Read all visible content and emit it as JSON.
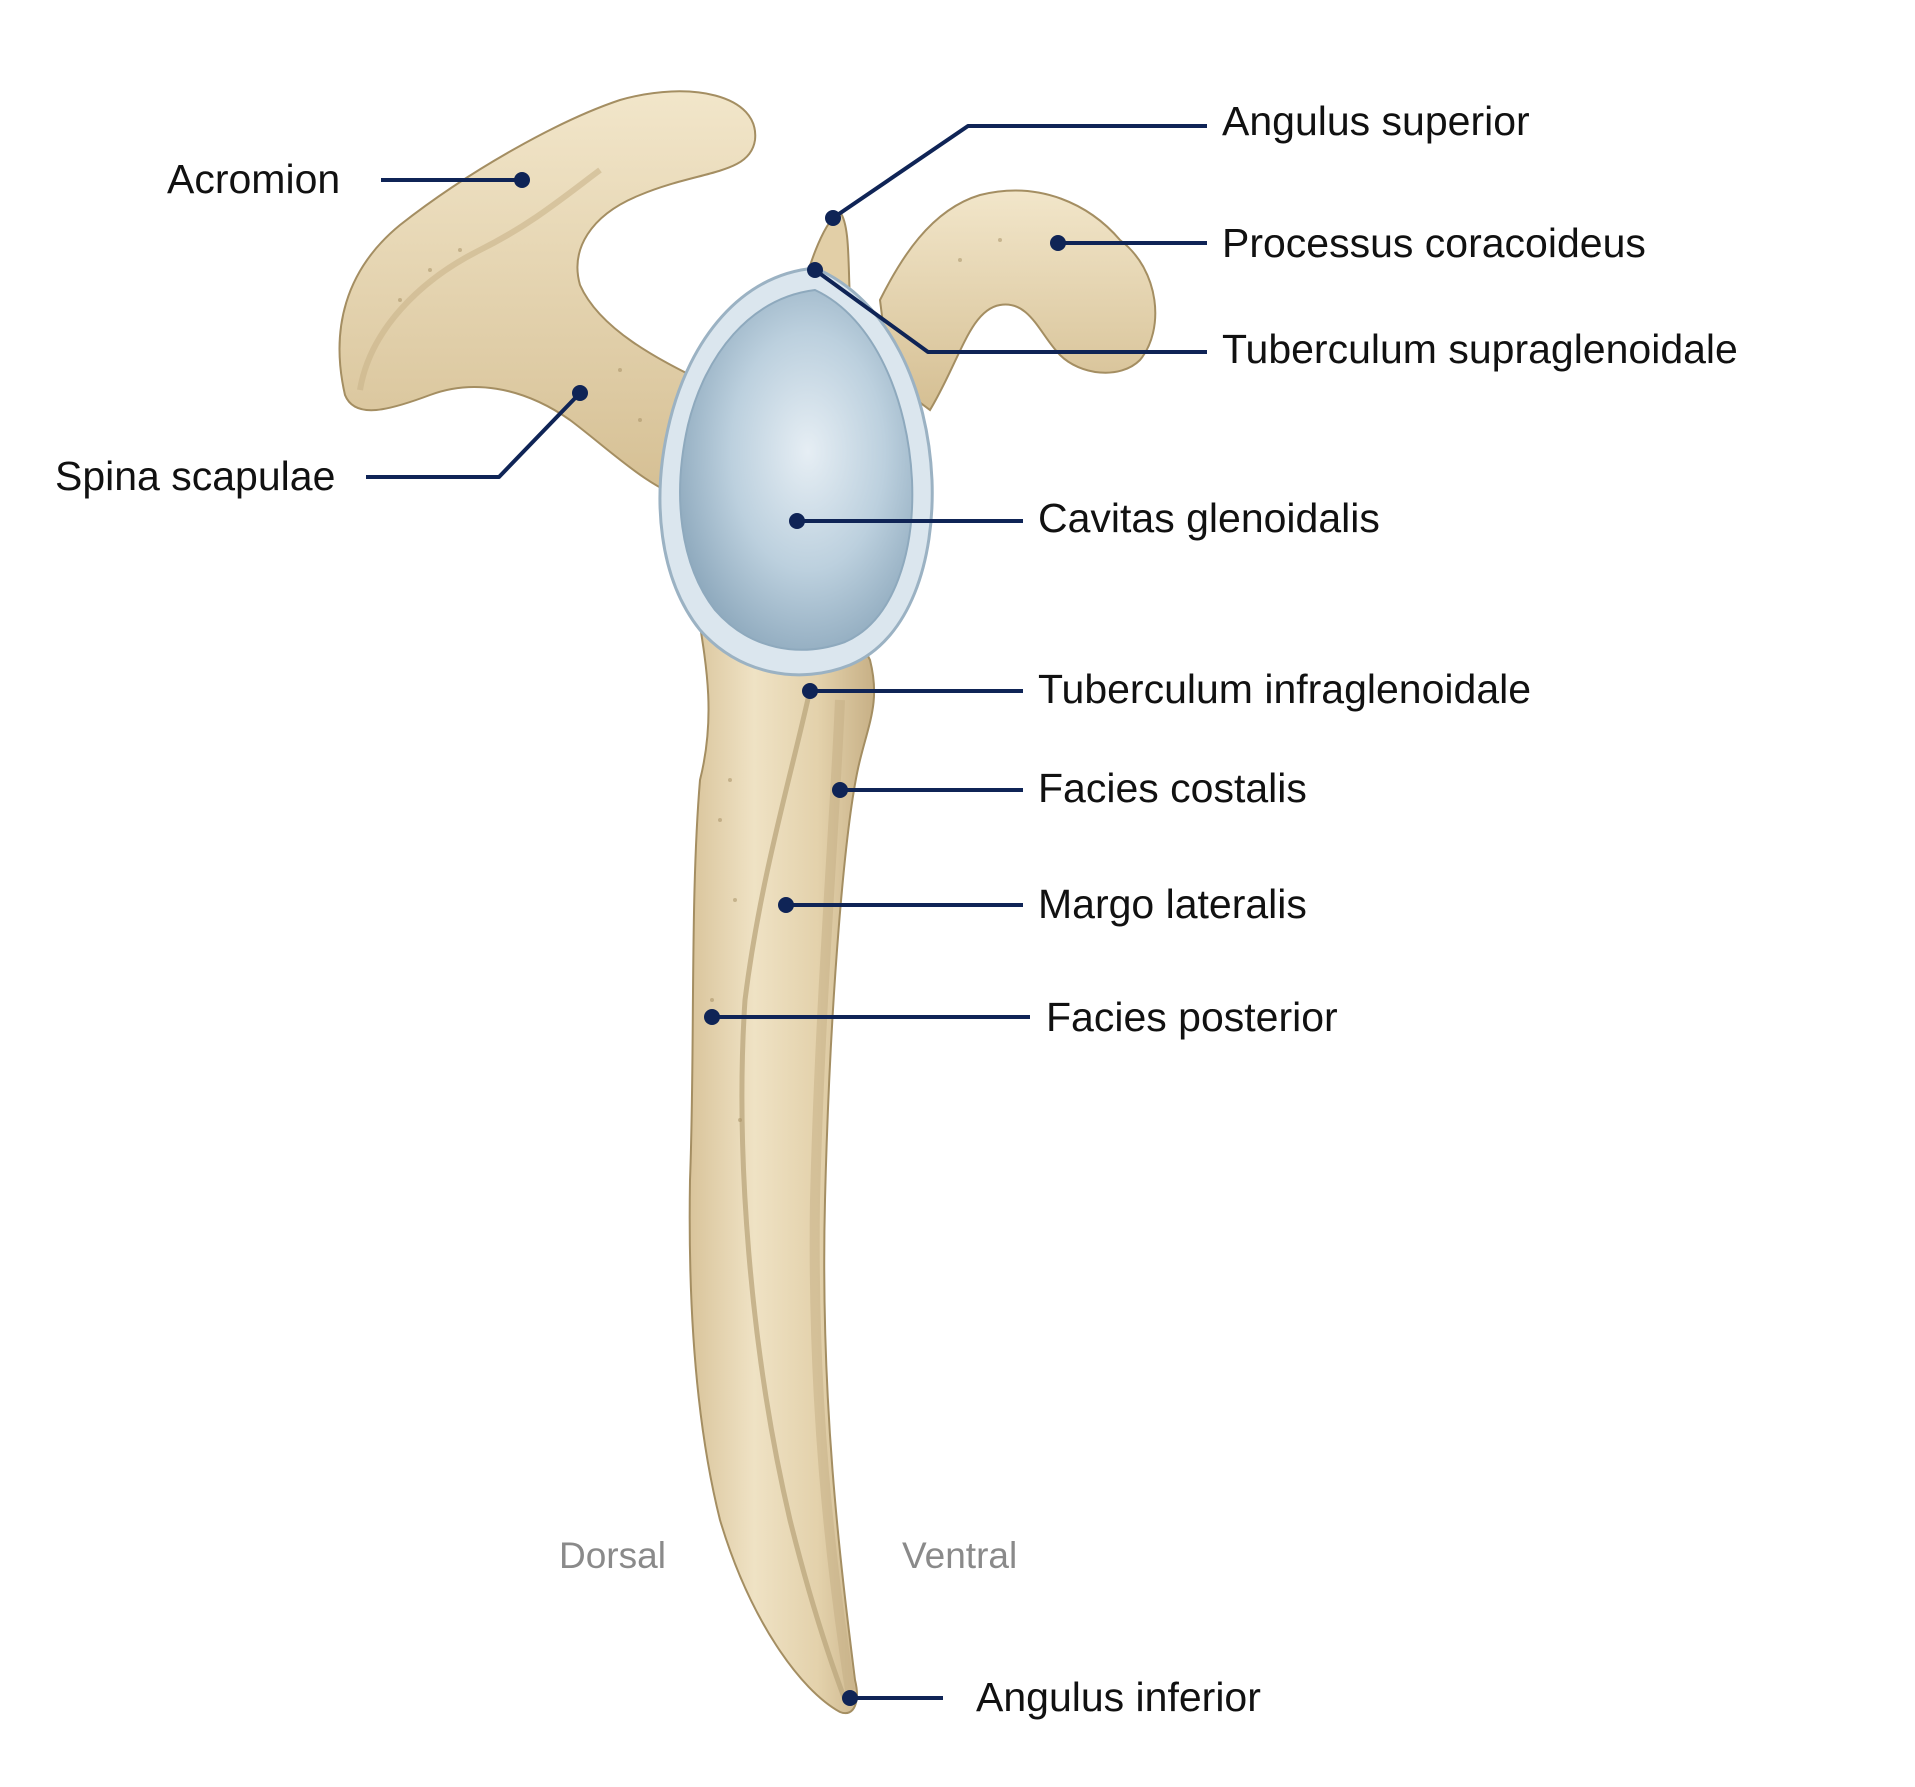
{
  "colors": {
    "leader": "#0f2456",
    "bone": "#e6d6b4",
    "bone_dark": "#bda97f",
    "bone_light": "#f3e8cf",
    "cartilage": "#b8ccd9",
    "cartilage_rim": "#dbe6ee",
    "orientation_text": "#8a8a8a"
  },
  "illustration": {
    "subject": "scapula-lateral-view"
  },
  "labels": {
    "acromion": "Acromion",
    "spina_scapulae": "Spina scapulae",
    "angulus_superior": "Angulus superior",
    "processus_coracoideus": "Processus coracoideus",
    "tuberculum_supraglenoidale": "Tuberculum supraglenoidale",
    "cavitas_glenoidalis": "Cavitas glenoidalis",
    "tuberculum_infraglenoidale": "Tuberculum infraglenoidale",
    "facies_costalis": "Facies costalis",
    "margo_lateralis": "Margo lateralis",
    "facies_posterior": "Facies posterior",
    "angulus_inferior": "Angulus inferior"
  },
  "orientation": {
    "dorsal": "Dorsal",
    "ventral": "Ventral"
  }
}
